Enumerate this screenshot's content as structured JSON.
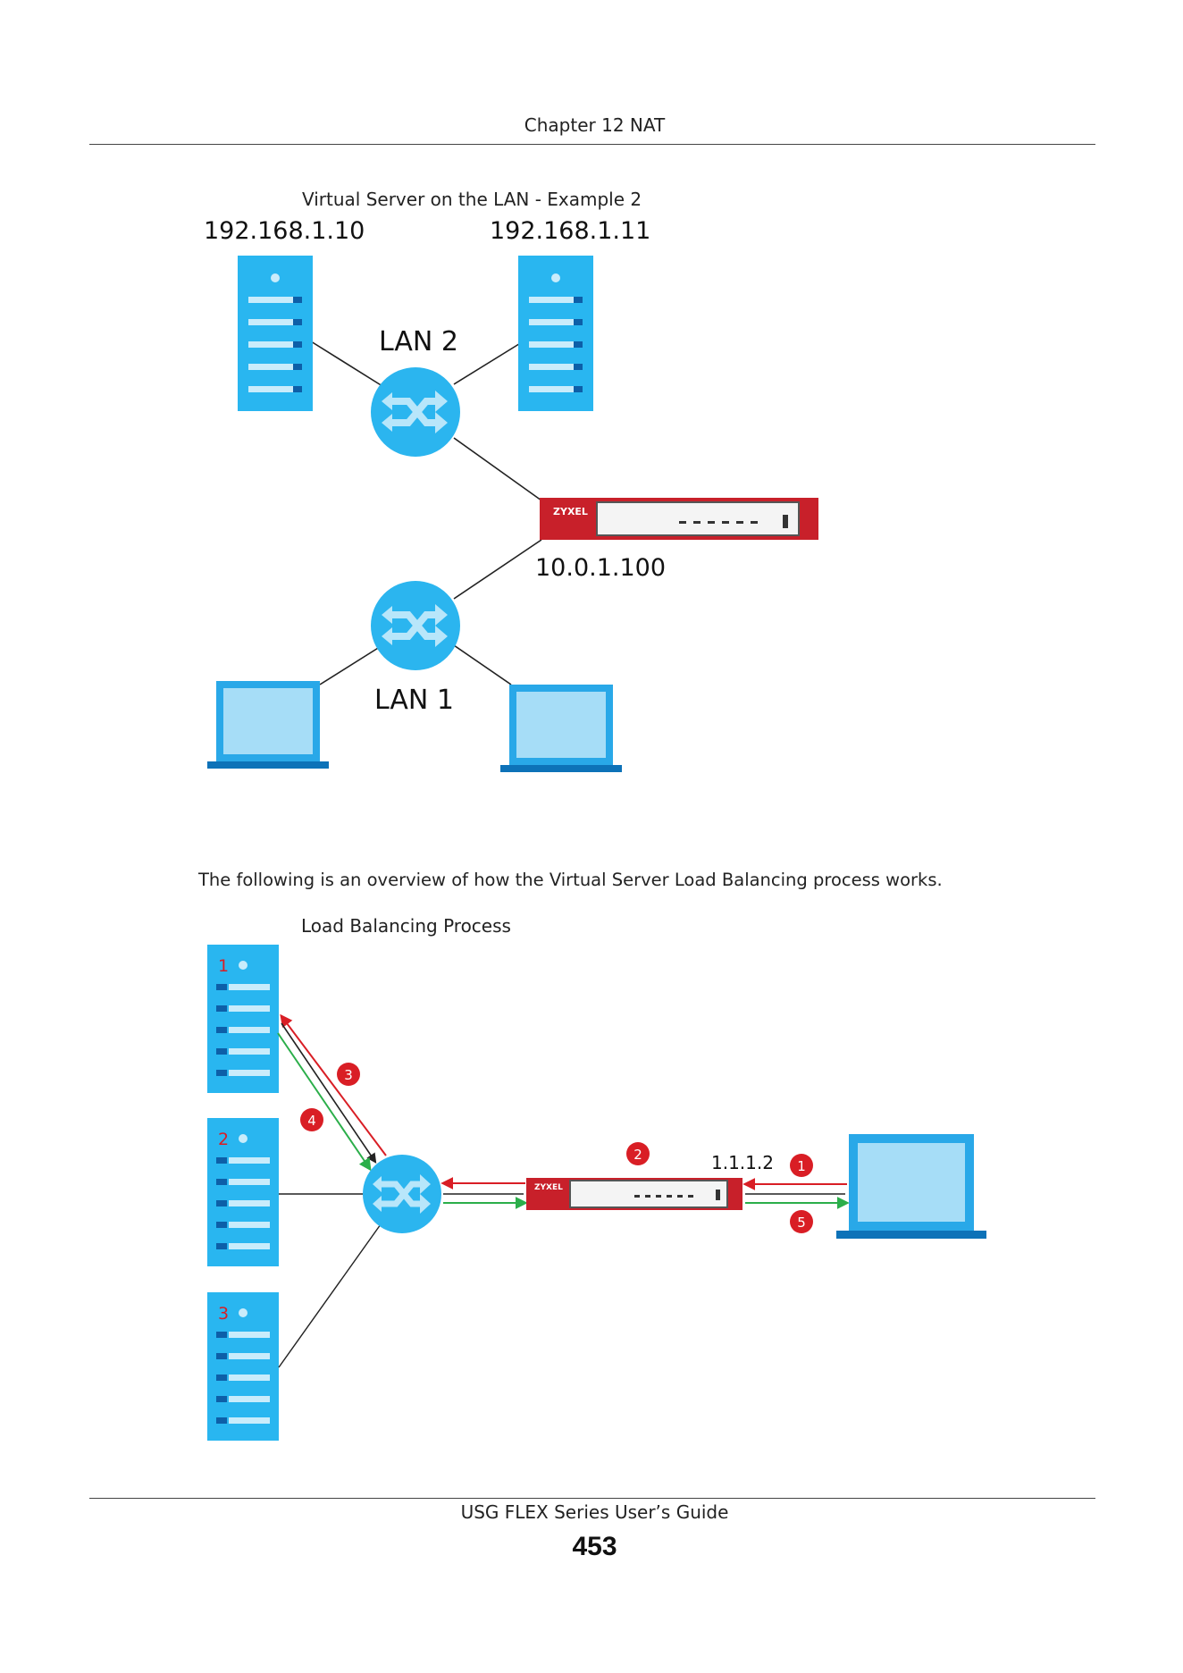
{
  "header": {
    "title": "Chapter 12 NAT"
  },
  "figure1": {
    "caption": "Virtual Server on the LAN - Example 2",
    "server_left_ip": "192.168.1.10",
    "server_right_ip": "192.168.1.11",
    "lan2_label": "LAN 2",
    "lan1_label": "LAN 1",
    "device_ip": "10.0.1.100",
    "device_brand": "ZYXEL"
  },
  "body": {
    "text": "The following is an overview of how the Virtual Server Load Balancing process works."
  },
  "figure2": {
    "caption": "Load Balancing Process",
    "server_labels": [
      "1",
      "2",
      "3"
    ],
    "step_badges": [
      "1",
      "2",
      "3",
      "4",
      "5"
    ],
    "public_ip": "1.1.1.2",
    "device_brand": "ZYXEL"
  },
  "colors": {
    "server_blue": "#29b6f0",
    "switch_blue": "#2bb5ef",
    "laptop_blue": "#29a8e8",
    "device_red": "#c8202a",
    "arrow_red": "#d91e25",
    "arrow_green": "#2bae4a"
  },
  "footer": {
    "title": "USG FLEX Series User’s Guide",
    "page_number": "453"
  }
}
